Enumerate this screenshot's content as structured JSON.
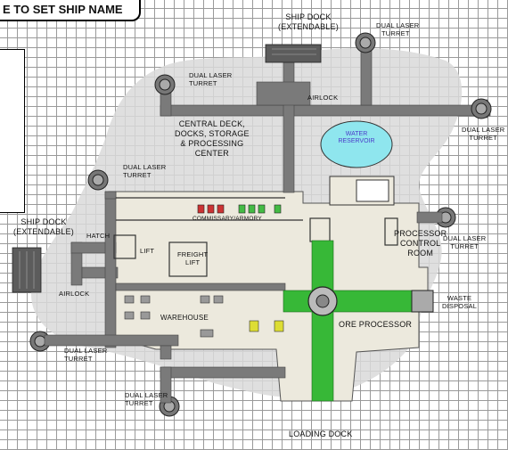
{
  "ui": {
    "title_button": "E TO SET SHIP NAME"
  },
  "labels": {
    "ship_dock_top": [
      "SHIP DOCK",
      "(EXTENDABLE)"
    ],
    "dual_laser_turret_top_right": [
      "DUAL LASER",
      "TURRET"
    ],
    "dual_laser_turret_top_left": [
      "DUAL LASER",
      "TURRET"
    ],
    "airlock_top": "AIRLOCK",
    "dual_laser_turret_right": [
      "DUAL LASER",
      "TURRET"
    ],
    "central_deck": [
      "CENTRAL DECK,",
      "DOCKS, STORAGE",
      "& PROCESSING",
      "CENTER"
    ],
    "water_reservoir": [
      "WATER",
      "RESERVOIR"
    ],
    "dual_laser_turret_mid_left": [
      "DUAL LASER",
      "TURRET"
    ],
    "commissary_armory": "COMMISSARY/ARMORY",
    "ship_dock_left": [
      "SHIP DOCK",
      "(EXTENDABLE)"
    ],
    "hatch": "HATCH",
    "lift": "LIFT",
    "freight_lift": [
      "FREIGHT",
      "LIFT"
    ],
    "processor_control_room": [
      "PROCESSOR",
      "CONTROL",
      "ROOM"
    ],
    "dual_laser_turret_right_mid": [
      "DUAL LASER",
      "TURRET"
    ],
    "airlock_left": "AIRLOCK",
    "waste_disposal": [
      "WASTE",
      "DISPOSAL"
    ],
    "warehouse": "WAREHOUSE",
    "ore_processor": "ORE PROCESSOR",
    "dual_laser_turret_bottom_left": [
      "DUAL LASER",
      "TURRET"
    ],
    "dual_laser_turret_bottom": [
      "DUAL LASER",
      "TURRET"
    ],
    "loading_dock": "LOADING DOCK"
  },
  "colors": {
    "asteroid": "#d8d8d8",
    "deck_floor": "#ebe8dc",
    "corridor": "#7a7a7a",
    "green_conveyor": "#37b837",
    "water": "#8fe6ee",
    "grid": "#9a9a9a"
  }
}
